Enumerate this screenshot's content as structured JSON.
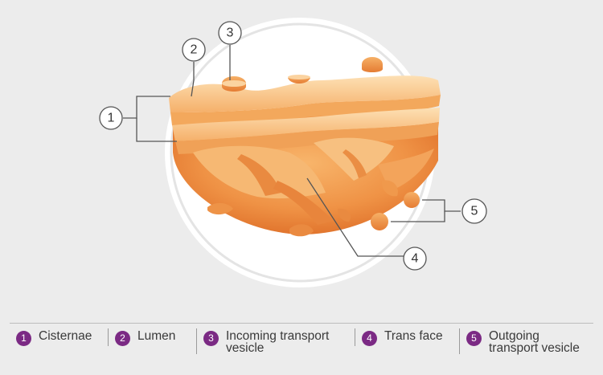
{
  "callouts": [
    "1",
    "2",
    "3",
    "4",
    "5"
  ],
  "legend": [
    {
      "num": "1",
      "label": "Cisternae"
    },
    {
      "num": "2",
      "label": "Lumen"
    },
    {
      "num": "3",
      "label": "Incoming transport vesicle"
    },
    {
      "num": "4",
      "label": "Trans face"
    },
    {
      "num": "5",
      "label": "Outgoing transport vesicle"
    }
  ],
  "colors": {
    "background": "#ececec",
    "organelle_light": "#f9c98a",
    "organelle_mid": "#f2a254",
    "organelle_dark": "#e2782f",
    "badge": "#7b2a84"
  }
}
